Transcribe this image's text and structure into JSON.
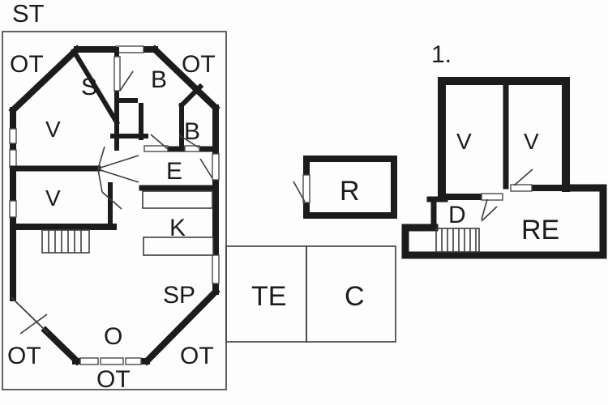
{
  "drawing": {
    "type": "floor-plan",
    "colors": {
      "wall": "#1c1c1c",
      "thin_line": "#3d3d3d",
      "background": "#fdfdfd",
      "text": "#1c1c1c"
    },
    "upper_floor": {
      "title": "ST",
      "rooms": {
        "terrace_top_left": "OT",
        "sauna": "S",
        "bath": "B",
        "terrace_top_right": "OT",
        "wc": "B",
        "bedroom_upper": "V",
        "hall": "E",
        "bedroom_lower": "V",
        "kitchen": "K",
        "pantry": "SP",
        "living_room": "O",
        "terrace_bottom_left": "OT",
        "terrace_bottom_center": "OT",
        "terrace_bottom_right": "OT"
      }
    },
    "outbuildings": {
      "shed_r": "R",
      "shed_te": "TE",
      "shed_c": "C"
    },
    "first_floor": {
      "title": "1.",
      "rooms": {
        "bedroom_left": "V",
        "bedroom_right": "V",
        "entry": "D",
        "rec_room": "RE"
      }
    }
  }
}
